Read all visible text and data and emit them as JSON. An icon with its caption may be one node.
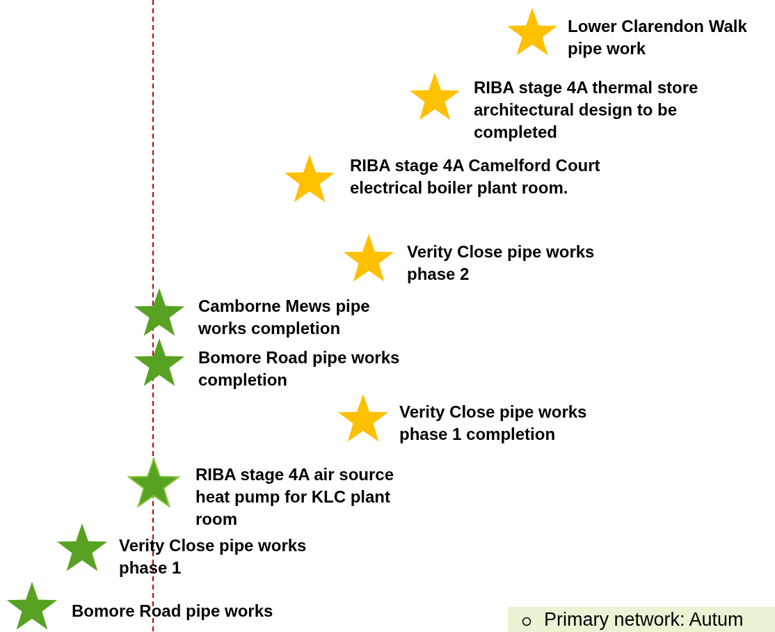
{
  "diagram": {
    "nodes": [
      {
        "text": [],
        "shape": "star",
        "beside": [
          "Lower Clarendon Walk pipe work"
        ]
      },
      {
        "text": [],
        "shape": "star",
        "beside": [
          "RIBA stage 4A thermal store architectural design to be completed"
        ]
      },
      {
        "text": [],
        "shape": "star",
        "beside": [
          "RIBA stage 4A Camelford Court electrical boiler plant room."
        ]
      },
      {
        "text": [],
        "shape": "star",
        "beside": [
          "Verity Close pipe works phase 2"
        ]
      },
      {
        "text": [],
        "shape": "star",
        "beside": [
          "Camborne Mews pipe works completion"
        ]
      },
      {
        "text": [],
        "shape": "star",
        "beside": [
          "Bomore Road pipe works completion"
        ]
      },
      {
        "text": [],
        "shape": "star",
        "beside": [
          "Verity Close pipe works phase 1 completion"
        ]
      },
      {
        "text": [],
        "shape": "star",
        "beside": [
          "RIBA stage 4A air source heat pump for KLC plant room"
        ]
      },
      {
        "text": [],
        "shape": "star",
        "beside": [
          "Verity Close pipe works phase 1"
        ]
      },
      {
        "text": [],
        "shape": "star",
        "beside": [
          "Bomore Road pipe works"
        ]
      },
      {
        "text": [
          "Primary network: Autum"
        ]
      }
    ]
  }
}
